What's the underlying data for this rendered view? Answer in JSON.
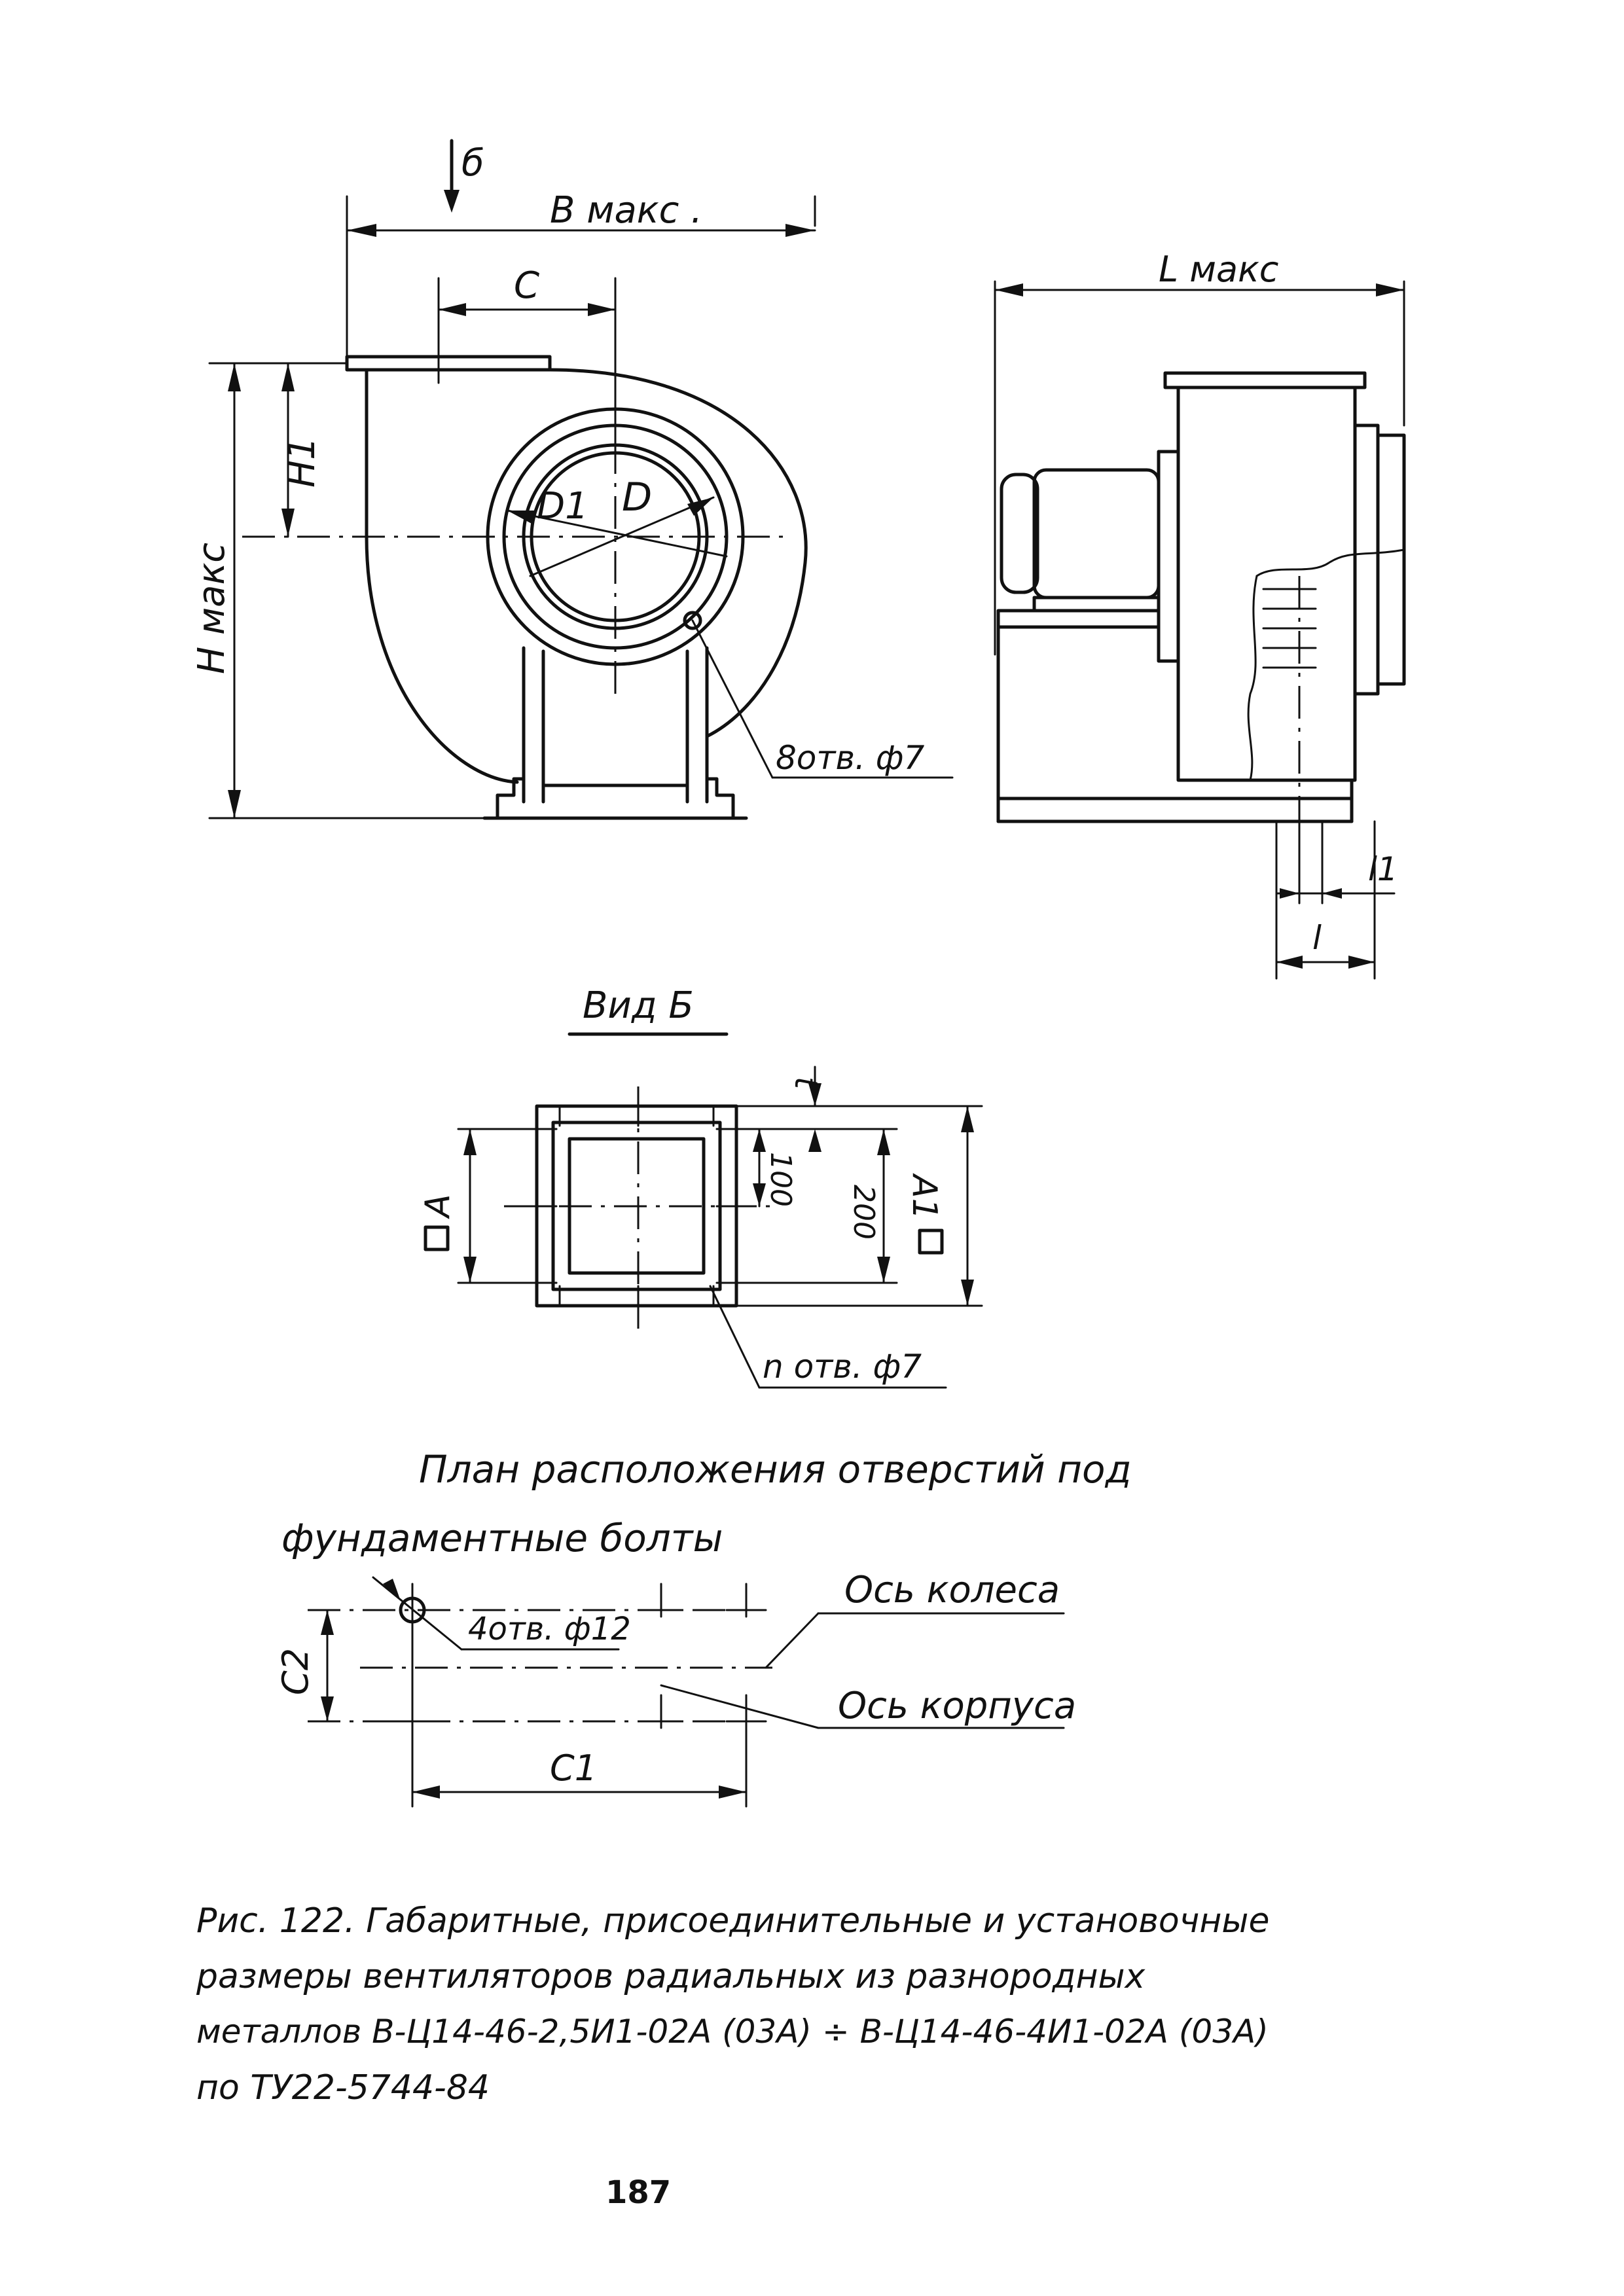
{
  "drawing": {
    "front_view": {
      "view_arrow": "б",
      "width_max": "B макс .",
      "dim_c": "C",
      "dim_h1": "H1",
      "height_max": "H макс",
      "d1": "D1",
      "d": "D",
      "holes": "8отв. ф7"
    },
    "side_view": {
      "length_max": "L макс",
      "l1": "l1",
      "l": "l"
    },
    "view_b": {
      "title": "Вид Б",
      "dim_t": "t",
      "dim_a": "A",
      "dim_100": "100",
      "dim_200": "200",
      "dim_a1": "A1",
      "holes": "n отв. ф7"
    },
    "foundation": {
      "title_line1": "План расположения отверстий под",
      "title_line2": "фундаментные болты",
      "holes": "4отв. ф12",
      "wheel_axis": "Ось колеса",
      "body_axis": "Ось корпуса",
      "c2": "C2",
      "c1": "C1"
    }
  },
  "caption": {
    "line1": "Рис. 122. Габаритные, присоединительные и установочные",
    "line2": "размеры вентиляторов радиальных из разнородных",
    "line3": "металлов В-Ц14-46-2,5И1-02А (03А) ÷ В-Ц14-46-4И1-02А (03А)",
    "line4": "по ТУ22-5744-84"
  },
  "page_number": "187"
}
